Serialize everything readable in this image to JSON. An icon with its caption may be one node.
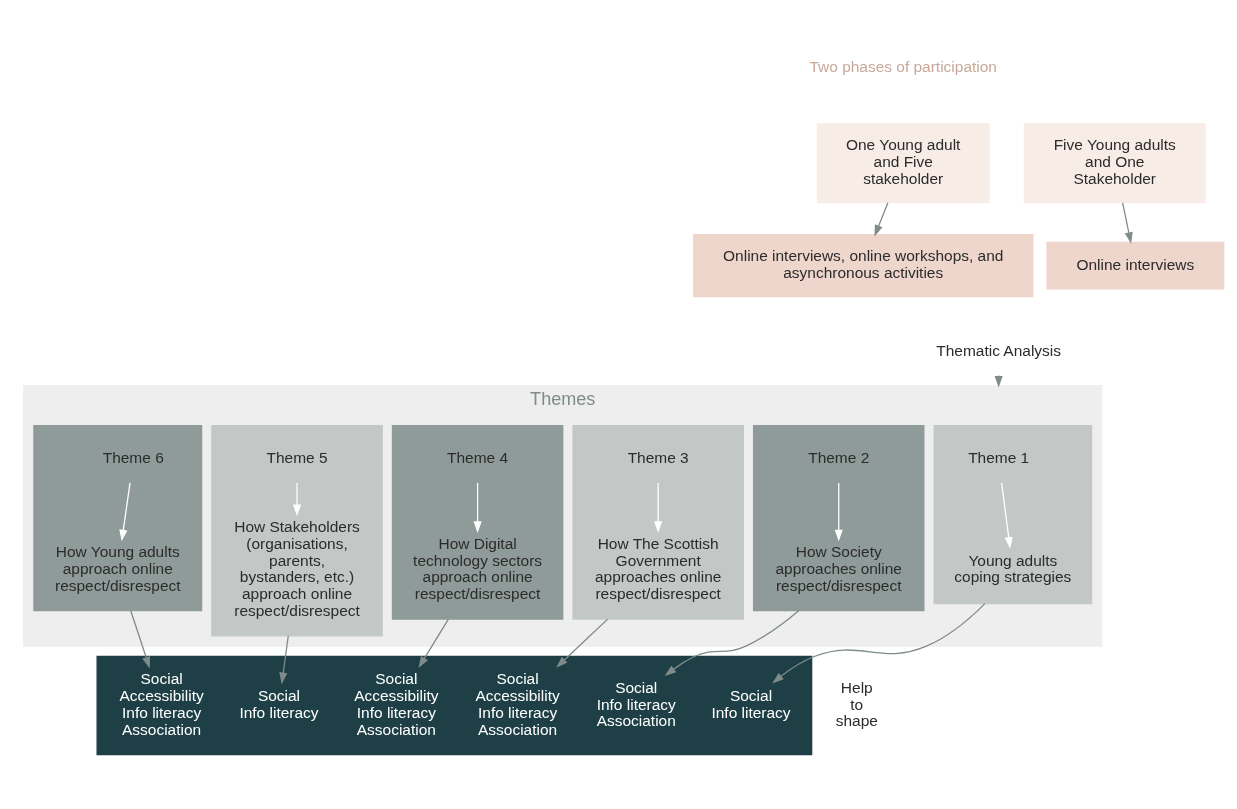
{
  "diagram": {
    "nodes": [
      {
        "text": [
          "One Young adult and Five stakeholder"
        ]
      },
      {
        "text": [
          "Online interviews, online workshops, and asynchronous activities"
        ]
      },
      {
        "text": [
          "Five Young adults and One Stakeholder"
        ]
      },
      {
        "text": [
          "Online interviews"
        ]
      },
      {
        "text": [
          "Thematic Analysis"
        ]
      },
      {
        "text": [
          "Themes"
        ]
      },
      {
        "text": [],
        "shape": "box",
        "in": 5
      },
      {
        "text": [
          "Theme 1"
        ],
        "in": 6
      },
      {
        "text": [
          "Young adults coping strategies"
        ],
        "in": 6
      },
      {
        "text": [],
        "shape": "box",
        "in": 5
      },
      {
        "text": [
          "Theme 2"
        ],
        "in": 9
      },
      {
        "text": [
          "How Society approaches online respect/disrespect"
        ],
        "in": 9
      },
      {
        "text": [],
        "shape": "box",
        "in": 5
      },
      {
        "text": [
          "Theme 3"
        ],
        "in": 12
      },
      {
        "text": [
          "How The Scottish Government approaches online respect/disrespect"
        ],
        "in": 12
      },
      {
        "text": [],
        "shape": "box",
        "in": 5
      },
      {
        "text": [
          "Theme 4"
        ],
        "in": 15
      },
      {
        "text": [
          "How Digital technology sectors approach online respect/disrespect"
        ],
        "in": 15
      },
      {
        "text": [],
        "shape": "box",
        "in": 5
      },
      {
        "text": [
          "Theme 5"
        ],
        "in": 18
      },
      {
        "text": [
          "How Stakeholders (organisations, parents, bystanders, etc.) approach online respect/disrespect"
        ],
        "in": 18
      },
      {
        "text": [],
        "shape": "box",
        "in": 5
      },
      {
        "text": [
          "Theme 6"
        ],
        "in": 21
      },
      {
        "text": [
          "How Young adults approach online respect/disrespect"
        ],
        "in": 21
      },
      {
        "text": [],
        "shape": "box",
        "beside": [
          "Help to shape"
        ]
      },
      {
        "text": [
          "Social",
          "Info literacy"
        ],
        "in": 24
      },
      {
        "text": [
          "Social",
          "Info literacy",
          "Association"
        ],
        "in": 24
      },
      {
        "text": [
          "Social",
          "Accessibility",
          "Info literacy",
          "Association"
        ],
        "in": 24
      },
      {
        "text": [
          "Social",
          "Accessibility",
          "Info literacy",
          "Association"
        ],
        "in": 24
      },
      {
        "text": [
          "Social",
          "Info literacy"
        ],
        "in": 24
      },
      {
        "text": [
          "Social",
          "Accessibility",
          "Info literacy",
          "Association"
        ],
        "in": 24
      }
    ],
    "edges": [
      {
        "from": 0,
        "to": 1,
        "arrow": "to"
      },
      {
        "from": 2,
        "to": 3,
        "arrow": "to"
      },
      {
        "from": 4,
        "to": 5,
        "arrow": "to"
      },
      {
        "from": 7,
        "to": 8,
        "arrow": "to",
        "color": "#ffffff"
      },
      {
        "from": 6,
        "to": 25,
        "arrow": "to"
      },
      {
        "from": 10,
        "to": 11,
        "arrow": "to",
        "color": "#ffffff"
      },
      {
        "from": 9,
        "to": 26,
        "arrow": "to"
      },
      {
        "from": 13,
        "to": 14,
        "arrow": "to",
        "color": "#ffffff"
      },
      {
        "from": 12,
        "to": 27,
        "arrow": "to"
      },
      {
        "from": 16,
        "to": 17,
        "arrow": "to",
        "color": "#ffffff"
      },
      {
        "from": 15,
        "to": 28,
        "arrow": "to"
      },
      {
        "from": 19,
        "to": 20,
        "arrow": "to",
        "color": "#ffffff"
      },
      {
        "from": 18,
        "to": 29,
        "arrow": "to"
      },
      {
        "from": 22,
        "to": 23,
        "arrow": "to",
        "color": "#ffffff"
      },
      {
        "from": 21,
        "to": 30,
        "arrow": "to"
      }
    ],
    "labels": [
      "Two phases of participation"
    ]
  }
}
